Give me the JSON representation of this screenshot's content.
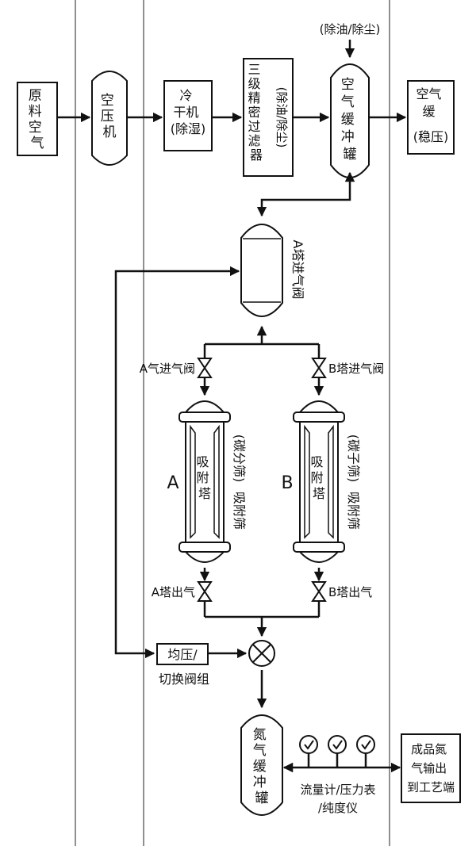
{
  "feed_note": "(除油/除尘)",
  "raw_air": [
    "原",
    "料",
    "空",
    "气"
  ],
  "compressor": [
    "空",
    "压",
    "机"
  ],
  "dryer": [
    "冷",
    "干机",
    "(除湿)"
  ],
  "filter": {
    "lines": [
      "三",
      "级",
      "精",
      "密",
      "过",
      "滤",
      "器"
    ],
    "note": [
      "(除油/除尘)"
    ]
  },
  "air_buffer_tank": [
    "空",
    "气",
    "缓",
    "冲",
    "罐"
  ],
  "air_buffer_out": [
    "空气",
    "缓",
    "(稳压)"
  ],
  "a_inlet_valve_tank": "A塔进气阀",
  "valve_a_in": "A气进气阀",
  "valve_b_in": "B塔进气阀",
  "tower_a": {
    "letter": "A",
    "inner": [
      "吸",
      "附",
      "塔"
    ],
    "side1": "(碳分筛)",
    "side2": "吸附筛"
  },
  "tower_b": {
    "letter": "B",
    "inner": [
      "吸",
      "附",
      "塔"
    ],
    "side1": "(碳子筛)",
    "side2": "吸附筛"
  },
  "valve_a_out": "A塔出气",
  "valve_b_out": "B塔出气",
  "switch_group": [
    "均压/",
    "切换阀组"
  ],
  "n2_buffer_tank": [
    "氮",
    "气",
    "缓",
    "冲",
    "罐"
  ],
  "meters_label": [
    "流量计/压力表",
    "/纯度仪"
  ],
  "product_output": [
    "成品氮",
    "气输出",
    "到工艺端"
  ]
}
